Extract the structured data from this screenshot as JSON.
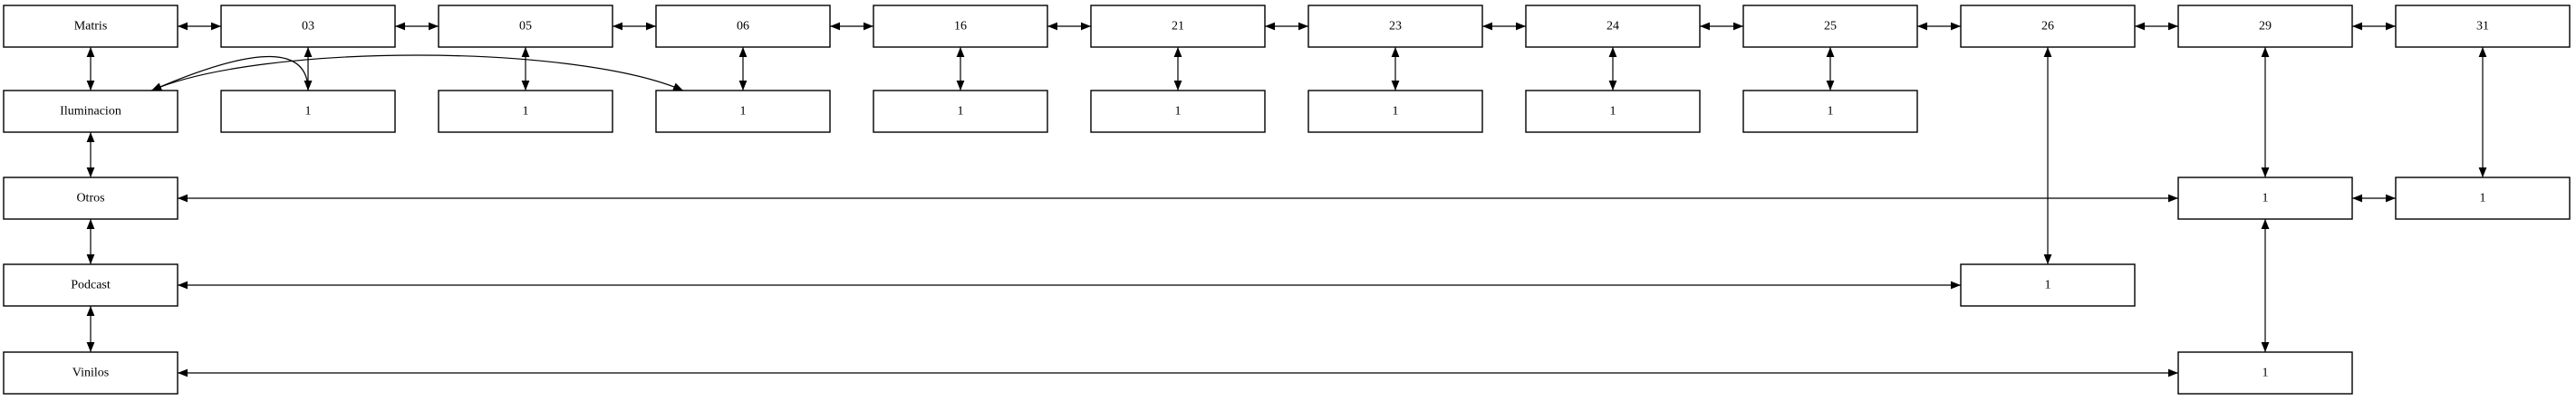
{
  "nodes": [
    {
      "id": "matris",
      "label": "Matris"
    },
    {
      "id": "d03",
      "label": "03"
    },
    {
      "id": "d05",
      "label": "05"
    },
    {
      "id": "d06",
      "label": "06"
    },
    {
      "id": "d16",
      "label": "16"
    },
    {
      "id": "d21",
      "label": "21"
    },
    {
      "id": "d23",
      "label": "23"
    },
    {
      "id": "d24",
      "label": "24"
    },
    {
      "id": "d25",
      "label": "25"
    },
    {
      "id": "d26",
      "label": "26"
    },
    {
      "id": "d29",
      "label": "29"
    },
    {
      "id": "d31",
      "label": "31"
    },
    {
      "id": "iluminacion",
      "label": "Iluminacion"
    },
    {
      "id": "c03",
      "label": "1"
    },
    {
      "id": "c05",
      "label": "1"
    },
    {
      "id": "c06",
      "label": "1"
    },
    {
      "id": "c16",
      "label": "1"
    },
    {
      "id": "c21",
      "label": "1"
    },
    {
      "id": "c23",
      "label": "1"
    },
    {
      "id": "c24",
      "label": "1"
    },
    {
      "id": "c25",
      "label": "1"
    },
    {
      "id": "otros",
      "label": "Otros"
    },
    {
      "id": "c_otros_29",
      "label": "1"
    },
    {
      "id": "c_otros_31",
      "label": "1"
    },
    {
      "id": "podcast",
      "label": "Podcast"
    },
    {
      "id": "c_podcast_26",
      "label": "1"
    },
    {
      "id": "vinilos",
      "label": "Vinilos"
    },
    {
      "id": "c_vinilos_29",
      "label": "1"
    }
  ],
  "edges": [
    {
      "from": "matris",
      "to": "d03"
    },
    {
      "from": "d03",
      "to": "d05"
    },
    {
      "from": "d05",
      "to": "d06"
    },
    {
      "from": "d06",
      "to": "d16"
    },
    {
      "from": "d16",
      "to": "d21"
    },
    {
      "from": "d21",
      "to": "d23"
    },
    {
      "from": "d23",
      "to": "d24"
    },
    {
      "from": "d24",
      "to": "d25"
    },
    {
      "from": "d25",
      "to": "d26"
    },
    {
      "from": "d26",
      "to": "d29"
    },
    {
      "from": "d29",
      "to": "d31"
    },
    {
      "from": "matris",
      "to": "iluminacion"
    },
    {
      "from": "iluminacion",
      "to": "otros"
    },
    {
      "from": "otros",
      "to": "podcast"
    },
    {
      "from": "podcast",
      "to": "vinilos"
    },
    {
      "from": "d03",
      "to": "c03"
    },
    {
      "from": "d05",
      "to": "c05"
    },
    {
      "from": "d06",
      "to": "c06"
    },
    {
      "from": "d16",
      "to": "c16"
    },
    {
      "from": "d21",
      "to": "c21"
    },
    {
      "from": "d23",
      "to": "c23"
    },
    {
      "from": "d24",
      "to": "c24"
    },
    {
      "from": "d25",
      "to": "c25"
    },
    {
      "from": "iluminacion",
      "to": "c03"
    },
    {
      "from": "iluminacion",
      "to": "c06"
    },
    {
      "from": "d26",
      "to": "c_podcast_26"
    },
    {
      "from": "d29",
      "to": "c_otros_29"
    },
    {
      "from": "d31",
      "to": "c_otros_31"
    },
    {
      "from": "otros",
      "to": "c_otros_29"
    },
    {
      "from": "c_otros_29",
      "to": "c_otros_31"
    },
    {
      "from": "c_otros_29",
      "to": "c_vinilos_29"
    },
    {
      "from": "podcast",
      "to": "c_podcast_26"
    },
    {
      "from": "vinilos",
      "to": "c_vinilos_29"
    }
  ]
}
